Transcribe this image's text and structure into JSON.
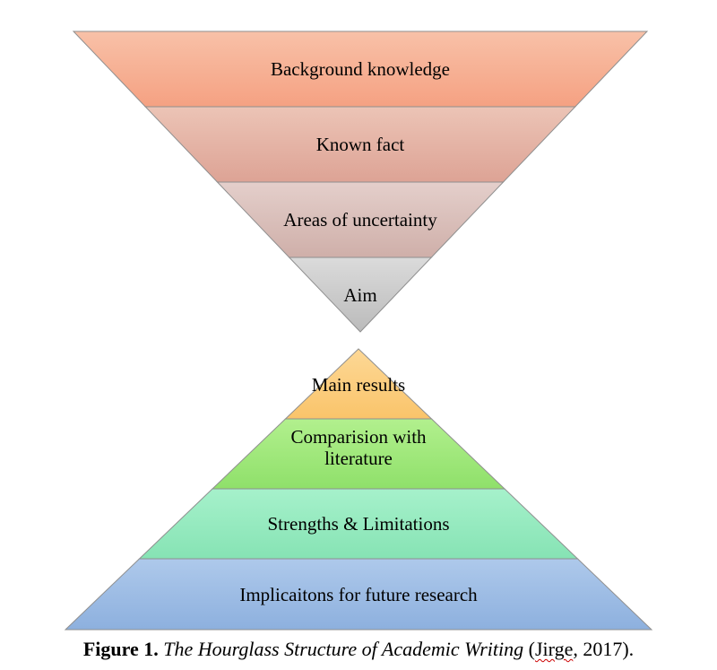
{
  "top_funnel": {
    "levels": [
      {
        "label": "Background knowledge",
        "color_top": "#f8c1a8",
        "color_bottom": "#f5a182"
      },
      {
        "label": "Known fact",
        "color_top": "#ecc4b6",
        "color_bottom": "#dda395"
      },
      {
        "label": "Areas of uncertainty",
        "color_top": "#e4cfcb",
        "color_bottom": "#cfafa9"
      },
      {
        "label": "Aim",
        "color_top": "#dbdbdb",
        "color_bottom": "#bbbbbb"
      }
    ]
  },
  "bottom_pyramid": {
    "levels": [
      {
        "label": "Main results",
        "color_top": "#fdd896",
        "color_bottom": "#fac46a"
      },
      {
        "label": "Comparision with\nliterature",
        "color_top": "#b2f08e",
        "color_bottom": "#8fe06a"
      },
      {
        "label": "Strengths & Limitations",
        "color_top": "#a6f1cb",
        "color_bottom": "#86e3b4"
      },
      {
        "label": "Implicaitons for future research",
        "color_top": "#aec9eb",
        "color_bottom": "#8db0de"
      }
    ]
  },
  "caption": {
    "label": "Figure 1.",
    "title": "The Hourglass Structure of Academic Writing",
    "cite_open": " (",
    "cite_author": "Jirge",
    "cite_rest": ", 2017)."
  }
}
